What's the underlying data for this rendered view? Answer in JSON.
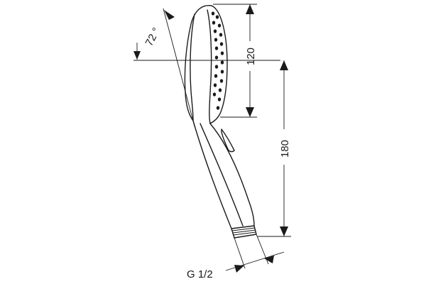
{
  "drawing": {
    "angle_label": "72 °",
    "dim_spray_face": "120",
    "dim_total": "180",
    "thread_label": "G 1/2"
  },
  "colors": {
    "line": "#1a1a1a",
    "background": "#ffffff"
  }
}
